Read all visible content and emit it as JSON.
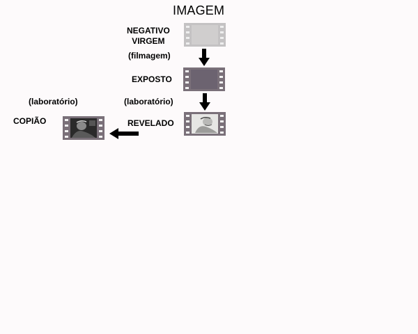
{
  "title": "IMAGEM",
  "stages": {
    "negativo_line1": "NEGATIVO",
    "negativo_line2": "VIRGEM",
    "exposto": "EXPOSTO",
    "revelado": "REVELADO",
    "copiao": "COPIÃO"
  },
  "steps": {
    "filmagem": "(filmagem)",
    "laboratorio_revelado": "(laboratório)",
    "laboratorio_copiao": "(laboratório)"
  },
  "colors": {
    "film_virgem": "#c4c2c3",
    "film_exposto": "#7a7079",
    "film_revelado": "#7a7079",
    "film_copiao": "#7a7079",
    "arrow": "#000000"
  }
}
